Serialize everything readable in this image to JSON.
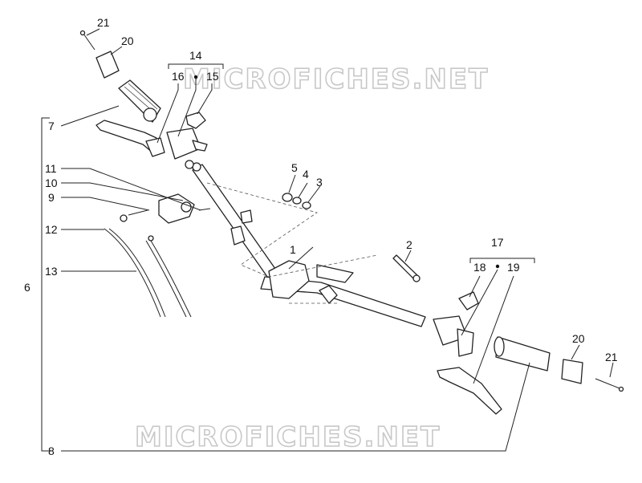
{
  "watermark": {
    "top": "MICROFICHES.NET",
    "bottom": "MICROFICHES.NET"
  },
  "callouts": {
    "c1": "1",
    "c2": "2",
    "c3": "3",
    "c4": "4",
    "c5": "5",
    "c6": "6",
    "c7": "7",
    "c8": "8",
    "c9": "9",
    "c10": "10",
    "c11": "11",
    "c12": "12",
    "c13": "13",
    "c14": "14",
    "c15": "15",
    "c16": "16",
    "c17": "17",
    "c18": "18",
    "c19": "19",
    "c20_left": "20",
    "c21_left": "21",
    "c20_right": "20",
    "c21_right": "21"
  },
  "colors": {
    "line": "#222222",
    "watermark": "#c8c8c8",
    "background": "#ffffff"
  }
}
